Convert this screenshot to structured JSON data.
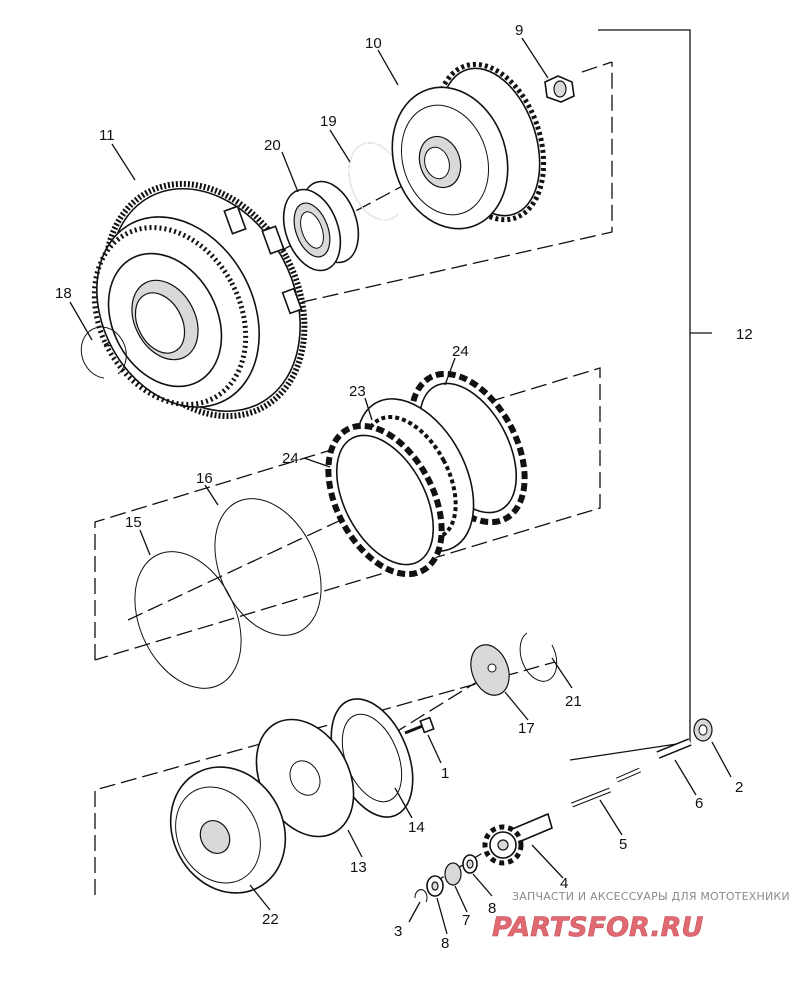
{
  "diagram": {
    "labels": {
      "p1": "1",
      "p2": "2",
      "p3": "3",
      "p4": "4",
      "p5": "5",
      "p6": "6",
      "p7": "7",
      "p8a": "8",
      "p8b": "8",
      "p9": "9",
      "p10": "10",
      "p11": "11",
      "p12": "12",
      "p13": "13",
      "p14": "14",
      "p15": "15",
      "p16": "16",
      "p17": "17",
      "p18": "18",
      "p19": "19",
      "p20": "20",
      "p21": "21",
      "p22": "22",
      "p23": "23",
      "p24a": "24",
      "p24b": "24"
    }
  },
  "watermark": {
    "tagline": "ЗАПЧАСТИ И АКСЕССУАРЫ ДЛЯ МОТОТЕХНИКИ",
    "logo_text": "PARTSFOR.RU",
    "logo_color": "#e06a72"
  }
}
